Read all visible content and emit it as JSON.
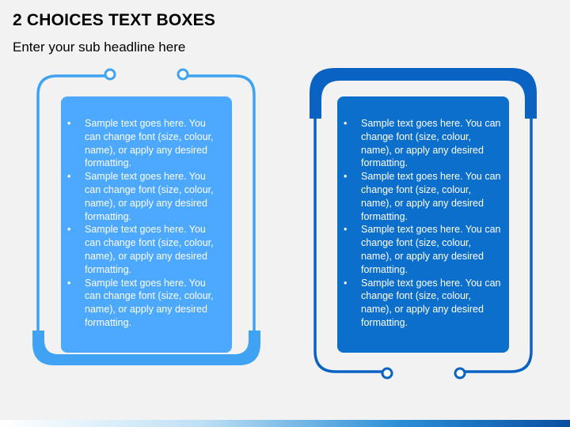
{
  "header": {
    "title": "2 CHOICES TEXT BOXES",
    "subtitle": "Enter your sub headline here"
  },
  "colors": {
    "left_box": "#4da9ff",
    "left_frame": "#3fa2f2",
    "right_box": "#0d6fcc",
    "right_frame": "#0a63c2"
  },
  "left_card": {
    "items": [
      "Sample text goes here. You can change font (size, colour, name), or apply any desired formatting.",
      "Sample text goes here. You can change font (size, colour, name), or apply any desired formatting.",
      "Sample text goes here. You can change font (size, colour, name), or apply any desired formatting.",
      "Sample text goes here. You can change font (size, colour, name), or apply any desired formatting."
    ]
  },
  "right_card": {
    "items": [
      "Sample text goes here. You can change font (size, colour, name), or apply any desired formatting.",
      "Sample text goes here. You can change font (size, colour, name), or apply any desired formatting.",
      "Sample text goes here. You can change font (size, colour, name), or apply any desired formatting.",
      "Sample text goes here. You can change font (size, colour, name), or apply any desired formatting."
    ]
  }
}
